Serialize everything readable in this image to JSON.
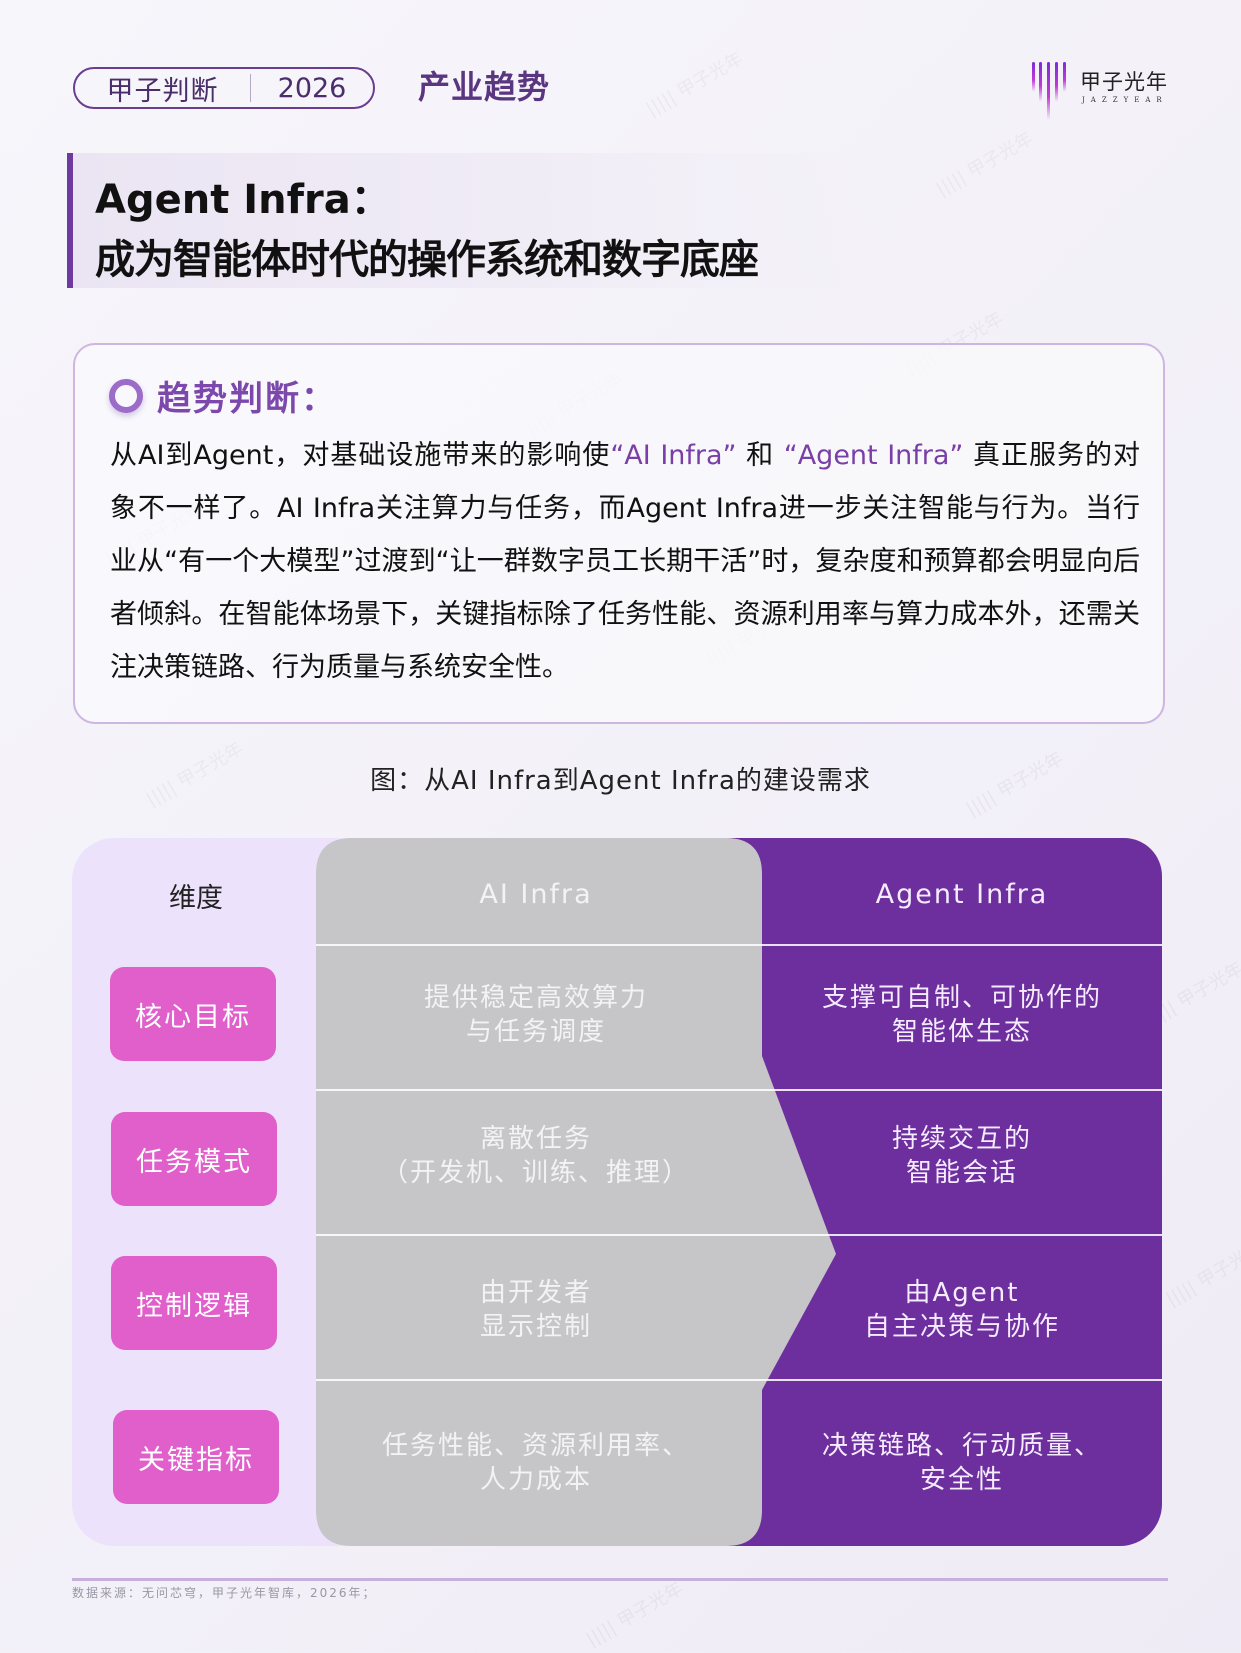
{
  "header": {
    "pill_label": "甲子判断",
    "pill_year": "2026",
    "section": "产业趋势",
    "logo_cn": "甲子光年",
    "logo_en": "JAZZYEAR"
  },
  "headline": {
    "line1": "Agent Infra：",
    "line2": "成为智能体时代的操作系统和数字底座"
  },
  "trend": {
    "title": "趋势判断：",
    "body_part1": "从AI到Agent，对基础设施带来的影响使",
    "highlight1": "“AI Infra”",
    "body_part2": "和",
    "highlight2": "“Agent Infra”",
    "body_part3": "真正服务的对象不一样了。AI Infra关注算力与任务，而Agent Infra进一步关注智能与行为。当行业从“有一个大模型”过渡到“让一群数字员工长期干活”时，复杂度和预算都会明显向后者倾斜。在智能体场景下，关键指标除了任务性能、资源利用率与算力成本外，还需关注决策链路、行为质量与系统安全性。"
  },
  "figure": {
    "caption": "图：从AI Infra到Agent Infra的建设需求",
    "colors": {
      "dimension_bg": "#ede2fb",
      "dimension_button": "#e05fcb",
      "ai_infra": "#c6c6c8",
      "agent_infra": "#6e2f9e"
    },
    "headers": {
      "dimension": "维度",
      "ai_infra": "AI Infra",
      "agent_infra": "Agent Infra"
    },
    "rows": [
      {
        "dimension": "核心目标",
        "ai_infra": "提供稳定高效算力\n与任务调度",
        "agent_infra": "支撑可自制、可协作的\n智能体生态"
      },
      {
        "dimension": "任务模式",
        "ai_infra": "离散任务\n（开发机、训练、推理）",
        "agent_infra": "持续交互的\n智能会话"
      },
      {
        "dimension": "控制逻辑",
        "ai_infra": "由开发者\n显示控制",
        "agent_infra": "由Agent\n自主决策与协作"
      },
      {
        "dimension": "关键指标",
        "ai_infra": "任务性能、资源利用率、\n人力成本",
        "agent_infra": "决策链路、行动质量、\n安全性"
      }
    ]
  },
  "footer": {
    "source": "数据来源：无问芯穹，甲子光年智库，2026年；"
  }
}
